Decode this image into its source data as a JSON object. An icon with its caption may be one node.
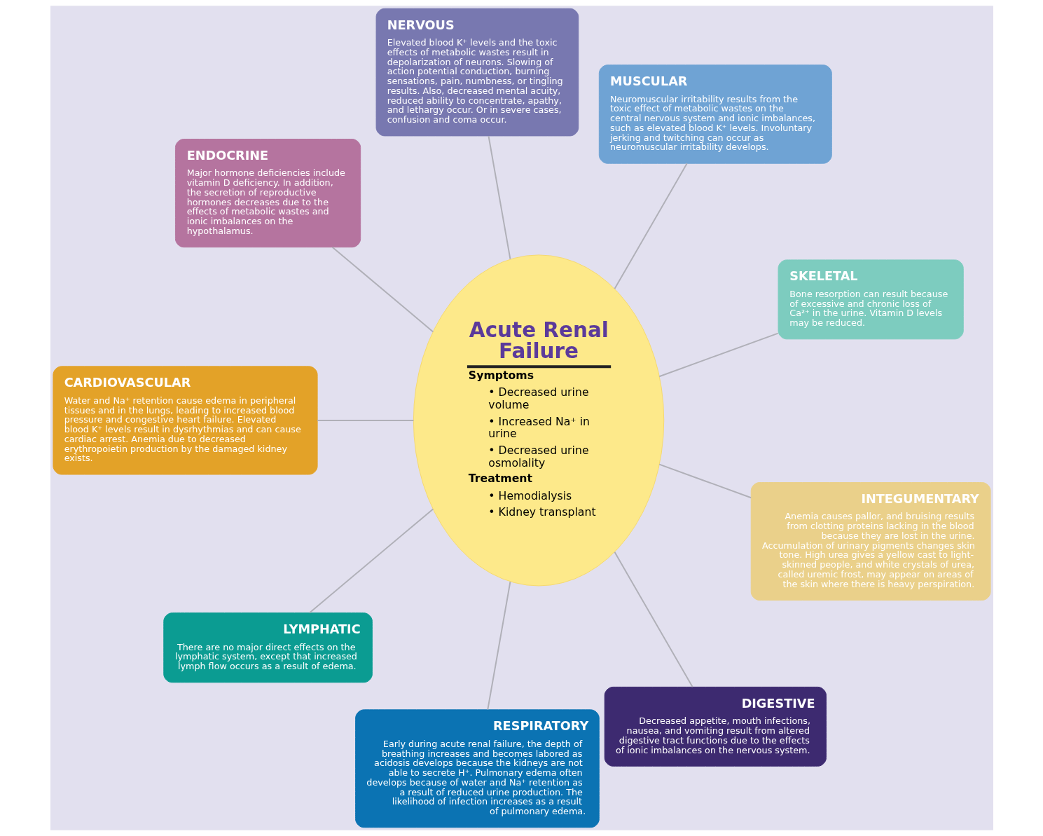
{
  "diagram": {
    "nodes": [
      {
        "text": [
          "Acute Renal Failure",
          "Symptoms",
          "• Decreased urine volume",
          "• Increased Na⁺ in urine",
          "• Decreased urine osmolality",
          "Treatment",
          "• Hemodialysis",
          "• Kidney transplant"
        ]
      },
      {
        "text": [
          "SKELETAL",
          "Bone resorption can result because of excessive and chronic loss of Ca²⁺ in the urine. Vitamin D levels may be reduced."
        ]
      },
      {
        "text": [
          "MUSCULAR",
          "Neuromuscular irritability results from the toxic effect of metabolic wastes on the central nervous system and ionic imbalances, such as elevated blood K⁺ levels. Involuntary jerking and twitching can occur as neuromuscular irritability develops."
        ]
      },
      {
        "text": [
          "NERVOUS",
          "Elevated blood K⁺ levels and the toxic effects of metabolic wastes result in depolarization of neurons. Slowing of action potential conduction, burning sensations, pain, numbness, or tingling results. Also, decreased mental acuity, reduced ability to concentrate, apathy, and lethargy occur. Or in severe cases, confusion and coma occur."
        ]
      },
      {
        "text": [
          "ENDOCRINE",
          "Major hormone deficiencies include vitamin D deficiency. In addition, the secretion of reproductive hormones decreases due to the effects of metabolic wastes and ionic imbalances on the hypothalamus."
        ]
      },
      {
        "text": [
          "CARDIOVASCULAR",
          "Water and Na⁺ retention cause edema in peripheral tissues and in the lungs, leading to increased blood pressure and congestive heart failure. Elevated blood K⁺ levels result in dysrhythmias and can cause cardiac arrest. Anemia due to decreased erythropoietin production by the damaged kidney exists."
        ]
      },
      {
        "text": [
          "LYMPHATIC",
          "There are no major direct effects on the lymphatic system, except that increased lymph flow occurs as a result of edema."
        ]
      },
      {
        "text": [
          "RESPIRATORY",
          "Early during acute renal failure, the depth of breathing increases and becomes labored as acidosis develops because the kidneys are not able to secrete H⁺. Pulmonary edema often develops because of water and Na⁺ retention as a result of reduced urine production. The likelihood of infection increases as a result of pulmonary edema."
        ]
      },
      {
        "text": [
          "DIGESTIVE",
          "Decreased appetite, mouth infections, nausea, and vomiting result from altered digestive tract functions due to the effects of ionic imbalances on the nervous system."
        ]
      },
      {
        "text": [
          "INTEGUMENTARY",
          "Anemia causes pallor, and bruising results from clotting proteins lacking in the blood because they are lost in the urine. Accumulation of urinary pigments changes skin tone. High urea gives a yellow cast to light-skinned people, and white crystals of urea, called uremic frost, may appear on areas of the skin where there is heavy perspiration."
        ]
      }
    ],
    "edges": [
      {
        "from": 0,
        "to": 1,
        "arrow": "none"
      },
      {
        "from": 0,
        "to": 2,
        "arrow": "none"
      },
      {
        "from": 0,
        "to": 3,
        "arrow": "none"
      },
      {
        "from": 0,
        "to": 4,
        "arrow": "none"
      },
      {
        "from": 0,
        "to": 5,
        "arrow": "none"
      },
      {
        "from": 0,
        "to": 6,
        "arrow": "none"
      },
      {
        "from": 0,
        "to": 7,
        "arrow": "none"
      },
      {
        "from": 0,
        "to": 8,
        "arrow": "none"
      },
      {
        "from": 0,
        "to": 9,
        "arrow": "none"
      }
    ]
  }
}
